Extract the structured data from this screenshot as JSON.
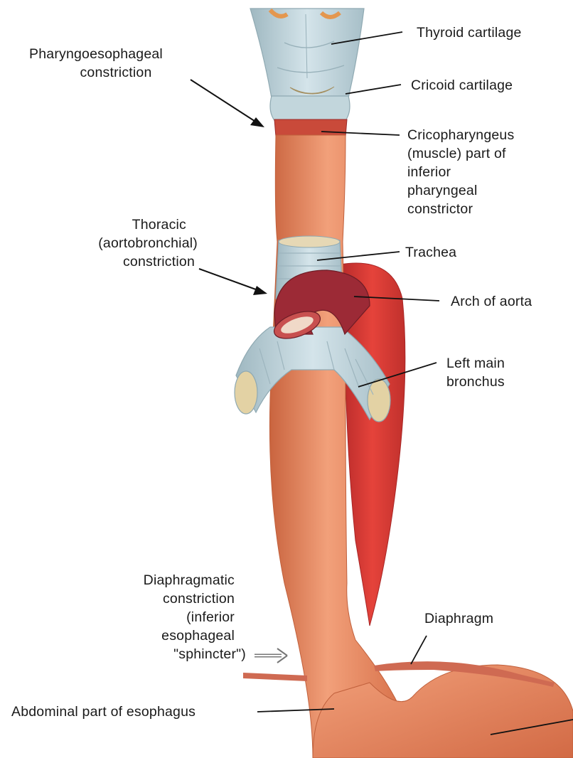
{
  "colors": {
    "esophagus": "#e88a62",
    "esophagus_shadow": "#c9643f",
    "aorta": "#d8332f",
    "aorta_dark": "#9c2a36",
    "cartilage": "#b9cfd6",
    "cartilage_dark": "#8fa9b2",
    "muscle": "#c94a3a",
    "diaphragm": "#cf6a52",
    "leader": "#111111",
    "arrow": "#111111",
    "arrow_hollow": "#8a8a8a"
  },
  "labels": {
    "thyroid_cartilage": [
      "Thyroid cartilage"
    ],
    "pharyngoesophageal_constriction": [
      "Pharyngoesophageal",
      "constriction"
    ],
    "cricoid_cartilage": [
      "Cricoid cartilage"
    ],
    "cricopharyngeus": [
      "Cricopharyngeus",
      "(muscle) part of",
      "inferior",
      "pharyngeal",
      "constrictor"
    ],
    "thoracic_constriction": [
      "Thoracic",
      "(aortobronchial)",
      "constriction"
    ],
    "trachea": [
      "Trachea"
    ],
    "arch_of_aorta": [
      "Arch of aorta"
    ],
    "left_main_bronchus": [
      "Left main",
      "bronchus"
    ],
    "diaphragmatic_constriction": [
      "Diaphragmatic",
      "constriction",
      "(inferior",
      "esophageal",
      "\"sphincter\")"
    ],
    "diaphragm": [
      "Diaphragm"
    ],
    "abdominal_part": [
      "Abdominal part of esophagus"
    ]
  }
}
